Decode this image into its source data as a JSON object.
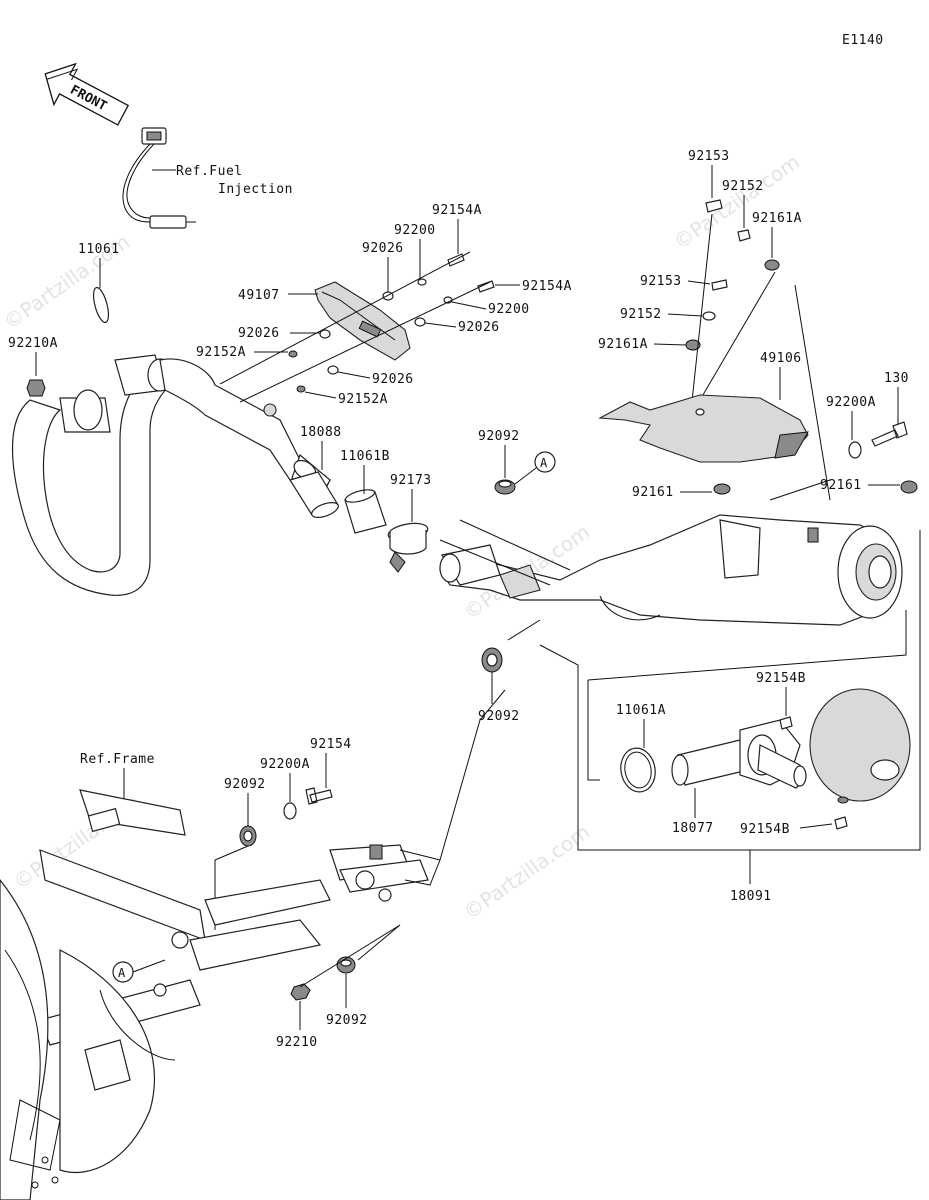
{
  "diagram_id": "E1140",
  "front_label": "FRONT",
  "watermark": "©Partzilla.com",
  "callout_letter": "A",
  "references": {
    "fuel": [
      "Ref.Fuel",
      "Injection"
    ],
    "frame": "Ref.Frame"
  },
  "parts": {
    "p11061": "11061",
    "p92210A": "92210A",
    "p49107": "49107",
    "p92026_a": "92026",
    "p92026_b": "92026",
    "p92026_c": "92026",
    "p92026_d": "92026",
    "p92200_a": "92200",
    "p92200_b": "92200",
    "p92154A_a": "92154A",
    "p92154A_b": "92154A",
    "p92152A_a": "92152A",
    "p92152A_b": "92152A",
    "p18088": "18088",
    "p11061B": "11061B",
    "p92173": "92173",
    "p92092_a": "92092",
    "p92092_b": "92092",
    "p92092_c": "92092",
    "p92092_d": "92092",
    "p92153_a": "92153",
    "p92153_b": "92153",
    "p92152_a": "92152",
    "p92152_b": "92152",
    "p92161A_a": "92161A",
    "p92161A_b": "92161A",
    "p49106": "49106",
    "p92200A_a": "92200A",
    "p92200A_b": "92200A",
    "p130": "130",
    "p92161_a": "92161",
    "p92161_b": "92161",
    "p92154B_a": "92154B",
    "p92154B_b": "92154B",
    "p11061A": "11061A",
    "p18077": "18077",
    "p18091": "18091",
    "p92154": "92154",
    "p92210": "92210"
  }
}
